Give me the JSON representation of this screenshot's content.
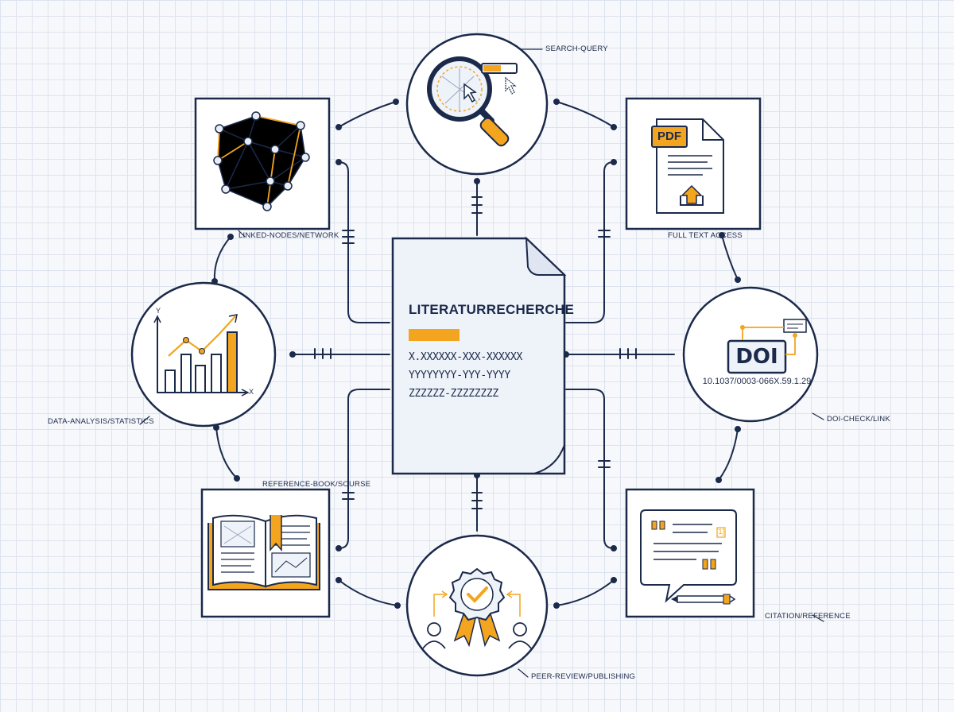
{
  "center": {
    "title": "LITERATURRECHERCHE",
    "lines": [
      "X.XXXXXX-XXX-XXXXXX",
      "YYYYYYYY-YYY-YYYY",
      "ZZZZZZ-ZZZZZZZZ"
    ]
  },
  "nodes": {
    "search": {
      "label": "SEARCH-QUERY",
      "icon": "magnifier-search-icon"
    },
    "network": {
      "label": "LINKED-NODES/NETWORK",
      "icon": "network-graph-icon"
    },
    "fulltext": {
      "label": "FULL TEXT ACCESS",
      "icon": "pdf-download-icon",
      "badge": "PDF"
    },
    "analysis": {
      "label": "DATA-ANALYSIS/STATISTICS",
      "icon": "bar-chart-icon",
      "axis_y": "Y",
      "axis_x": "X"
    },
    "doi": {
      "label": "DOI-CHECK/LINK",
      "icon": "doi-link-icon",
      "badge": "DOI",
      "number": "10.1037/0003-066X.59.1.29"
    },
    "reference": {
      "label": "REFERENCE-BOOK/SOURSE",
      "icon": "open-book-icon"
    },
    "citation": {
      "label": "CITATION/REFERENCE",
      "icon": "quote-bubble-icon",
      "marker": "[1]"
    },
    "peer": {
      "label": "PEER-REVIEW/PUBLISHING",
      "icon": "award-badge-icon"
    }
  },
  "colors": {
    "ink": "#1b2a4a",
    "accent": "#f3a51f",
    "paper": "#eef2f9",
    "grid": "#dde3ee"
  }
}
